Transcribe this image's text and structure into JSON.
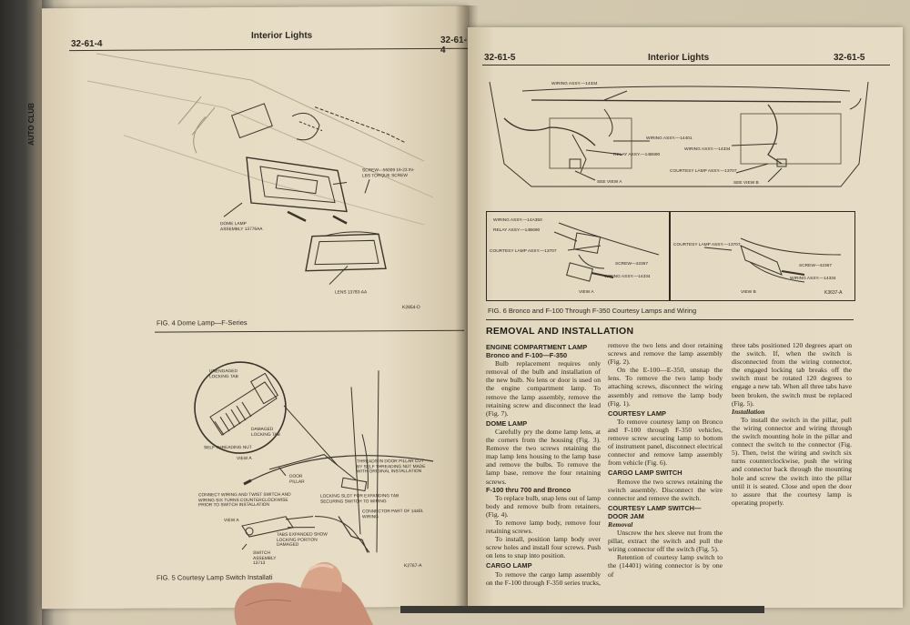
{
  "book": {
    "spine_label": "AUTO CLUB"
  },
  "left_page": {
    "page_number": "32-61-4",
    "section_title": "Interior Lights",
    "page_number_right": "32-61-4",
    "fig4": {
      "caption": "FIG. 4 Dome Lamp—F-Series",
      "code": "K2854-D",
      "labels": {
        "screw": "SCREW—56009 16-23 IN-LBS TORQUE SCREW",
        "dome_lamp": "DOME LAMP ASSEMBLY 13776AA",
        "lens": "LENS 13783-AA"
      }
    },
    "fig5": {
      "caption": "FIG. 5 Courtesy Lamp Switch Installati",
      "code": "K2767-A",
      "labels": {
        "unengaged": "UNENGAGED LOCKING TAB",
        "damaged": "DAMAGED LOCKING TAB",
        "self_threading": "SELF THREADING NUT",
        "view_a": "VIEW A",
        "threads": "THREADS IN DOOR PILLAR CUT BY SELF THREADING NUT MADE WITH ORIGINAL INSTALLATION",
        "door_pillar": "DOOR PILLAR",
        "connect_wiring": "CONNECT WIRING AND TWIST SWITCH AND WIRING SIX TURNS COUNTERCLOCKWISE PRIOR TO SWITCH INSTALLATION",
        "locking_slot": "LOCKING SLOT FOR EXPANDING TAB SECURING SWITCH TO WIRING",
        "connector": "CONNECTOR PART OF 14401 WIRING",
        "view_a2": "VIEW A",
        "tabs_expanded": "TABS EXPANDED SHOW LOCKING PORTION DAMAGED",
        "switch_assembly": "SWITCH ASSEMBLY 13713"
      }
    }
  },
  "right_page": {
    "page_number_left": "32-61-5",
    "section_title": "Interior Lights",
    "page_number_right": "32-61-5",
    "fig6": {
      "caption": "FIG. 6 Bronco and F-100 Through F-350 Courtesy Lamps and Wiring",
      "code": "K3637-A",
      "top_labels": {
        "wiring_14334": "WIRING ASSY.—14334",
        "wiring_14401": "WIRING ASSY.—14401",
        "relay": "RELAY ASSY.—14B690",
        "wiring_14334b": "WIRING ASSY.—14334",
        "courtesy": "COURTESY LAMP ASSY.—13707",
        "see_a": "SEE VIEW A",
        "see_b": "SEE VIEW B"
      },
      "view_a": {
        "wiring_350": "WIRING ASSY.—14A350",
        "relay": "RELAY ASSY.—14B690",
        "courtesy": "COURTESY LAMP ASSY.—13707",
        "screw": "SCREW—42367",
        "wiring": "WIRING ASSY.—14334",
        "title": "VIEW A"
      },
      "view_b": {
        "courtesy": "COURTESY LAMP ASSY.—13707",
        "screw": "SCREW—42367",
        "wiring": "WIRING ASSY.—14334",
        "title": "VIEW B"
      }
    },
    "heading": "REMOVAL AND INSTALLATION",
    "col1": {
      "h1": "ENGINE COMPARTMENT LAMP",
      "h1b": "Bronco and F-100—F-350",
      "p1": "Bulb replacement requires only removal of the bulb and installation of the new bulb. No lens or door is used on the engine compartment lamp. To remove the lamp assembly, remove the retaining screw and disconnect the lead (Fig. 7).",
      "h2": "DOME LAMP",
      "p2": "Carefully pry the dome lamp lens, at the corners from the housing (Fig. 3). Remove the two screws retaining the map lamp lens housing to the lamp base and remove the bulbs. To remove the lamp base, remove the four retaining screws.",
      "h3": "F-100 thru 700 and Bronco",
      "p3": "To replace bulb, snap lens out of lamp body and remove bulb from retainers, (Fig. 4).",
      "p4": "To remove lamp body, remove four retaining screws.",
      "p5": "To install, position lamp body over screw holes and install four screws. Push on lens to snap into position.",
      "h4": "CARGO LAMP",
      "p6": "To remove the cargo lamp assembly on the F-100 through F-350 series trucks,"
    },
    "col2": {
      "p1": "remove the two lens and door retaining screws and remove the lamp assembly (Fig. 2).",
      "p2": "On the E-100—E-350, unsnap the lens. To remove the two lamp body attaching screws, disconnect the wiring assembly and remove the lamp body (Fig. 1).",
      "h1": "COURTESY LAMP",
      "p3": "To remove courtesy lamp on Bronco and F-100 through F-350 vehicles, remove screw securing lamp to bottom of instrument panel, disconnect electrical connector and remove lamp assembly from vehicle (Fig. 6).",
      "h2": "CARGO LAMP SWITCH",
      "p4": "Remove the two screws retaining the switch assembly. Disconnect the wire connector and remove the switch.",
      "h3": "COURTESY LAMP SWITCH— DOOR JAM",
      "h3b": "Removal",
      "p5": "Unscrew the hex sleeve nut from the pillar, extract the switch and pull the wiring connector off the switch (Fig. 5).",
      "p6": "Retention of courtesy lamp switch to the (14401) wiring connector is by one of"
    },
    "col3": {
      "p1": "three tabs positioned 120 degrees apart on the switch. If, when the switch is disconnected from the wiring connector, the engaged locking tab breaks off the switch must be rotated 120 degrees to engage a new tab. When all three tabs have been broken, the switch must be replaced (Fig. 5).",
      "h1": "Installation",
      "p2": "To install the switch in the pillar, pull the wiring connector and wiring through the switch mounting hole in the pillar and connect the switch to the connector (Fig. 5). Then, twist the wiring and switch six turns counterclockwise, push the wiring and connector back through the mounting hole and screw the switch into the pillar until it is seated. Close and open the door to assure that the courtesy lamp is operating properly."
    }
  }
}
